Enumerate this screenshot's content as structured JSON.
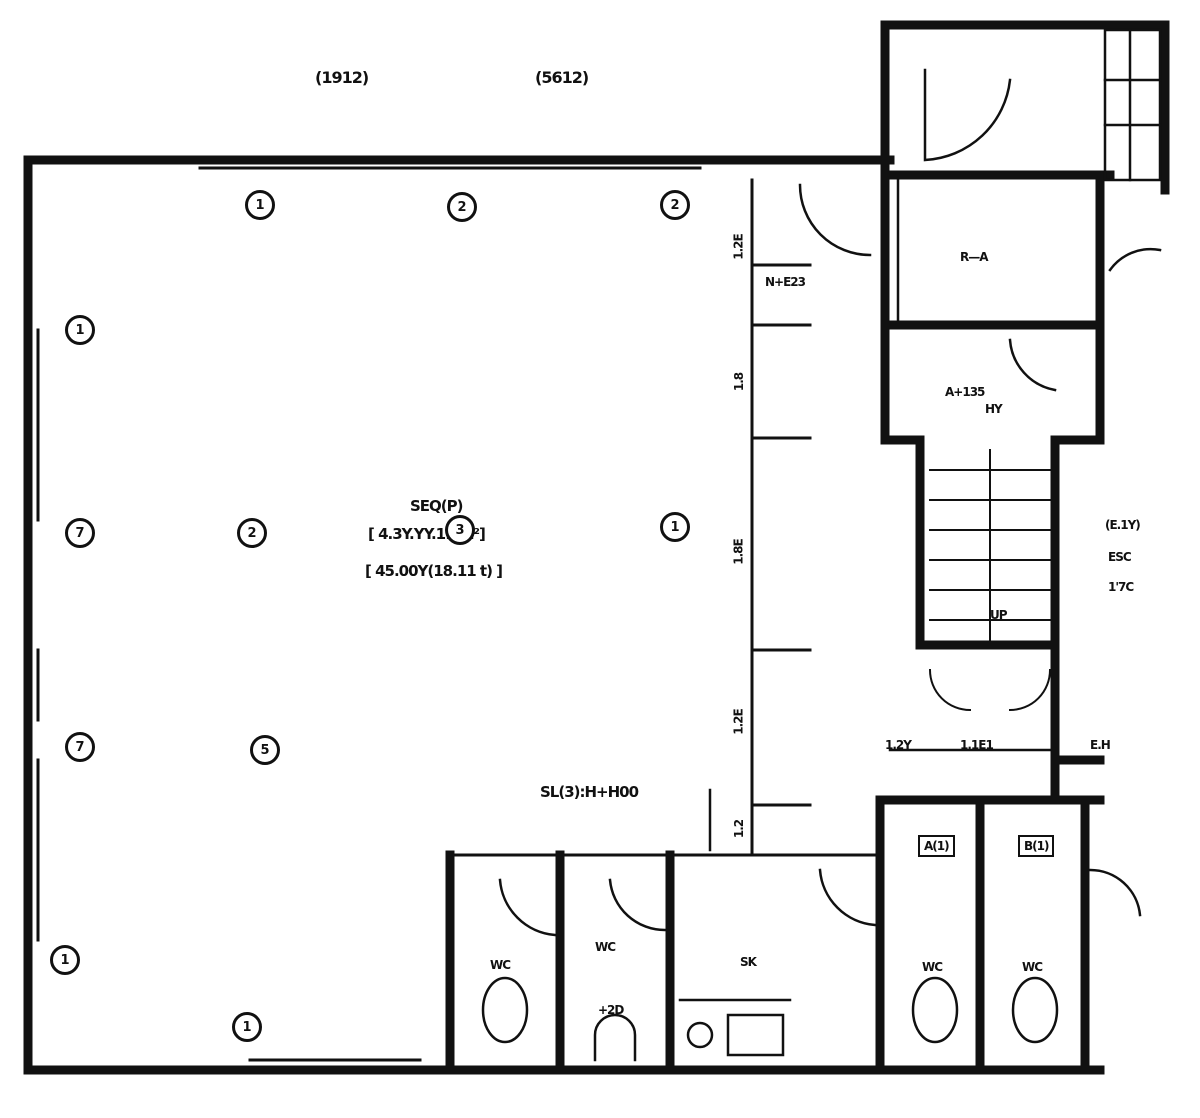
{
  "plan": {
    "dims_top": [
      "(1912)",
      "(5612)"
    ],
    "main_room": {
      "lines": [
        "SEQ(P)",
        "[ 4.3Y.YY.11 m²]",
        "[ 45.00Y(18.11 t) ]"
      ]
    },
    "room_labels": {
      "right_top": "R—A",
      "corridor": "N+E23",
      "right_mid": "A+135",
      "right_mid_sub": "HY",
      "stair": "UP",
      "right_note_1": "(E.1Y)",
      "right_note_2": "ESC",
      "right_note_3": "1'7C",
      "toilet_a": "A(1)",
      "toilet_b": "B(1)",
      "wc_left_1": "WC",
      "wc_left_2": "WC",
      "wc_left_3": "+2D",
      "sink_area": "SK",
      "wc_right_1": "WC",
      "wc_right_2": "WC"
    },
    "wall_note": "SL(3):H+H00",
    "side_dims": [
      "1.2E",
      "1.8",
      "1.8E",
      "1.2E",
      "1.2"
    ],
    "bottom_dims": [
      "1.2Y",
      "1.1E1",
      "E.H"
    ],
    "symbols": [
      "1",
      "2",
      "2",
      "1",
      "7",
      "2",
      "1",
      "3",
      "7",
      "5",
      "1",
      "1"
    ],
    "colors": {
      "ink": "#111111",
      "paper": "#ffffff"
    }
  }
}
